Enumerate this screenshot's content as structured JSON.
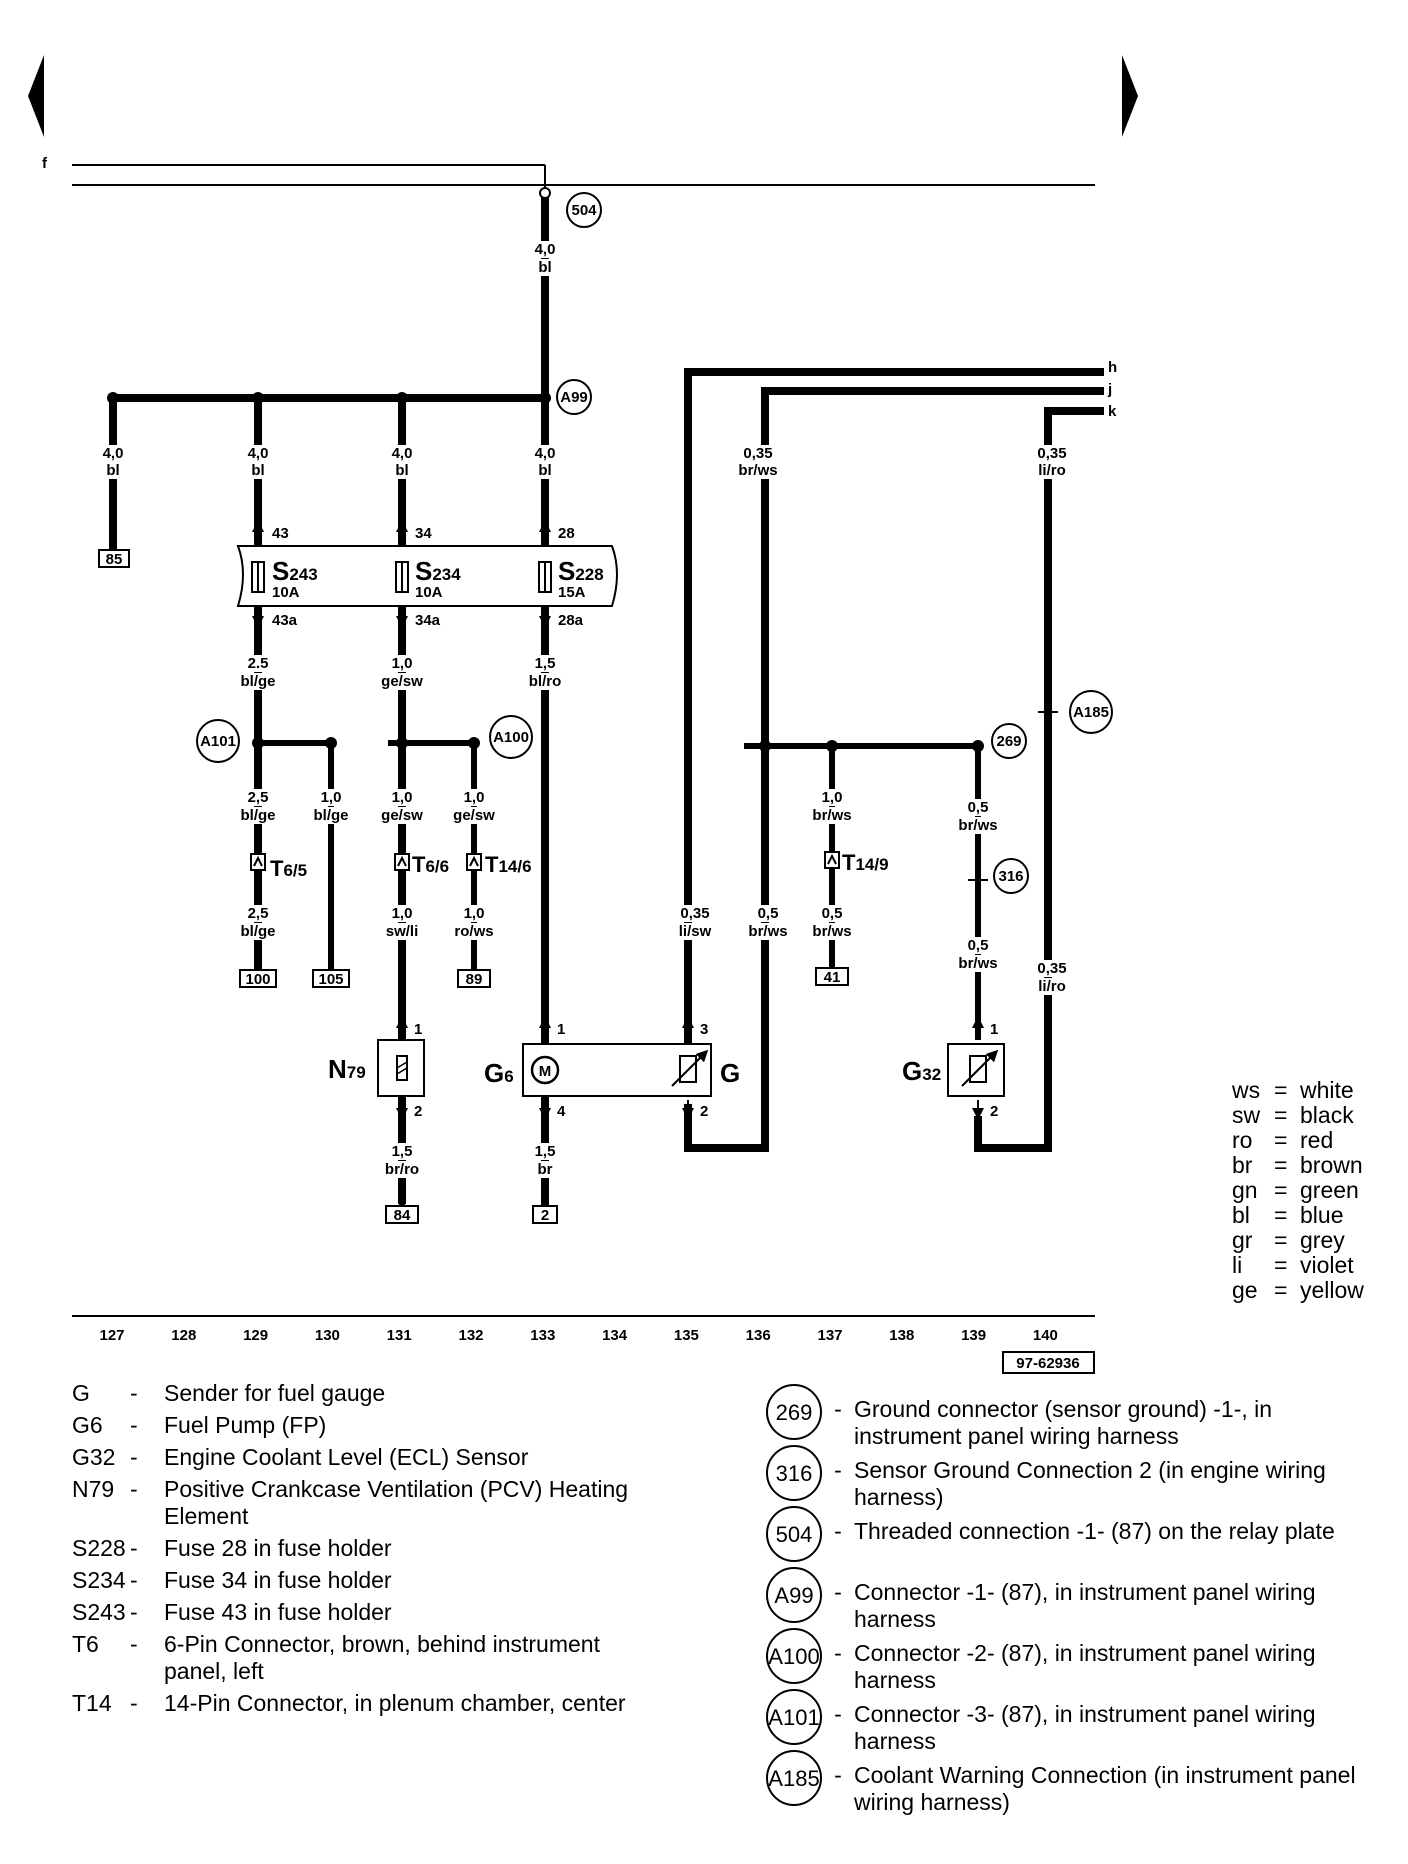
{
  "bus_labels": {
    "f": "f",
    "h": "h",
    "j": "j",
    "k": "k"
  },
  "fuses": [
    {
      "id": "S243",
      "name": "S",
      "sub": "243",
      "rating": "10A",
      "pin_in": "43",
      "pin_out": "43a"
    },
    {
      "id": "S234",
      "name": "S",
      "sub": "234",
      "rating": "10A",
      "pin_in": "34",
      "pin_out": "34a"
    },
    {
      "id": "S228",
      "name": "S",
      "sub": "228",
      "rating": "15A",
      "pin_in": "28",
      "pin_out": "28a"
    }
  ],
  "wires": {
    "w504": {
      "size": "4,0",
      "color": "bl"
    },
    "w85": {
      "size": "4,0",
      "color": "bl"
    },
    "w243in": {
      "size": "4,0",
      "color": "bl"
    },
    "w234in": {
      "size": "4,0",
      "color": "bl"
    },
    "w228in": {
      "size": "4,0",
      "color": "bl"
    },
    "w243out": {
      "size": "2.5",
      "color": "bl/ge"
    },
    "w234out": {
      "size": "1,0",
      "color": "ge/sw"
    },
    "w228out": {
      "size": "1,5",
      "color": "bl/ro"
    },
    "wT65a": {
      "size": "2,5",
      "color": "bl/ge"
    },
    "w105": {
      "size": "1,0",
      "color": "bl/ge"
    },
    "wT66a": {
      "size": "1,0",
      "color": "ge/sw"
    },
    "wT146a": {
      "size": "1,0",
      "color": "ge/sw"
    },
    "wT65b": {
      "size": "2,5",
      "color": "bl/ge"
    },
    "wN79in": {
      "size": "1,0",
      "color": "sw/li"
    },
    "w89": {
      "size": "1,0",
      "color": "ro/ws"
    },
    "wN79out": {
      "size": "1,5",
      "color": "br/ro"
    },
    "wG6out": {
      "size": "1,5",
      "color": "br"
    },
    "wh": {
      "size": "0,35",
      "color": "li/sw"
    },
    "wj": {
      "size": "0,35",
      "color": "br/ws"
    },
    "wGgnd": {
      "size": "0,5",
      "color": "br/ws"
    },
    "wT149a": {
      "size": "1,0",
      "color": "br/ws"
    },
    "w41": {
      "size": "0,5",
      "color": "br/ws"
    },
    "w269": {
      "size": "0,5",
      "color": "br/ws"
    },
    "w316": {
      "size": "0,5",
      "color": "br/ws"
    },
    "wk1": {
      "size": "0,35",
      "color": "li/ro"
    },
    "wk2": {
      "size": "0,35",
      "color": "li/ro"
    }
  },
  "connectors": {
    "T65": {
      "name": "T",
      "sub": "6/5"
    },
    "T66": {
      "name": "T",
      "sub": "6/6"
    },
    "T146": {
      "name": "T",
      "sub": "14/6"
    },
    "T149": {
      "name": "T",
      "sub": "14/9"
    }
  },
  "terminals": [
    "85",
    "100",
    "105",
    "89",
    "41",
    "84",
    "2"
  ],
  "circles": [
    "504",
    "A99",
    "A101",
    "A100",
    "269",
    "316",
    "A185"
  ],
  "components": {
    "N79": {
      "name": "N",
      "sub": "79",
      "pin_top": "1",
      "pin_bottom": "2"
    },
    "G6": {
      "name": "G",
      "sub": "6",
      "pin_top": "1",
      "pin_bottom": "4",
      "motor": "M"
    },
    "G": {
      "name": "G",
      "pin_top": "3",
      "pin_bottom": "2"
    },
    "G32": {
      "name": "G",
      "sub": "32",
      "pin_top": "1",
      "pin_bottom": "2"
    }
  },
  "track_numbers": [
    "127",
    "128",
    "129",
    "130",
    "131",
    "132",
    "133",
    "134",
    "135",
    "136",
    "137",
    "138",
    "139",
    "140"
  ],
  "figure_id": "97-62936",
  "color_key": [
    {
      "abbr": "ws",
      "name": "white"
    },
    {
      "abbr": "sw",
      "name": "black"
    },
    {
      "abbr": "ro",
      "name": "red"
    },
    {
      "abbr": "br",
      "name": "brown"
    },
    {
      "abbr": "gn",
      "name": "green"
    },
    {
      "abbr": "bl",
      "name": "blue"
    },
    {
      "abbr": "gr",
      "name": "grey"
    },
    {
      "abbr": "li",
      "name": "violet"
    },
    {
      "abbr": "ge",
      "name": "yellow"
    }
  ],
  "legend_components": [
    {
      "code": "G",
      "desc": "Sender for fuel gauge"
    },
    {
      "code": "G6",
      "desc": "Fuel Pump (FP)"
    },
    {
      "code": "G32",
      "desc": "Engine Coolant Level (ECL) Sensor"
    },
    {
      "code": "N79",
      "desc": "Positive Crankcase Ventilation (PCV) Heating Element"
    },
    {
      "code": "S228",
      "desc": "Fuse 28 in fuse holder"
    },
    {
      "code": "S234",
      "desc": "Fuse 34 in fuse holder"
    },
    {
      "code": "S243",
      "desc": "Fuse 43 in fuse holder"
    },
    {
      "code": "T6",
      "desc": "6-Pin Connector, brown, behind instrument panel, left"
    },
    {
      "code": "T14",
      "desc": "14-Pin Connector, in plenum chamber, center"
    }
  ],
  "legend_points": [
    {
      "code": "269",
      "desc": "Ground connector (sensor ground) -1-, in instrument panel wiring harness"
    },
    {
      "code": "316",
      "desc": "Sensor Ground Connection 2 (in engine wiring harness)"
    },
    {
      "code": "504",
      "desc": "Threaded connection -1- (87) on the relay plate"
    },
    {
      "code": "A99",
      "desc": "Connector -1- (87), in instrument panel wiring harness"
    },
    {
      "code": "A100",
      "desc": "Connector -2- (87), in instrument panel wiring harness"
    },
    {
      "code": "A101",
      "desc": "Connector -3- (87), in instrument panel wiring harness"
    },
    {
      "code": "A185",
      "desc": "Coolant Warning Connection (in instrument panel wiring harness)"
    }
  ],
  "dash": "-",
  "eq": "="
}
